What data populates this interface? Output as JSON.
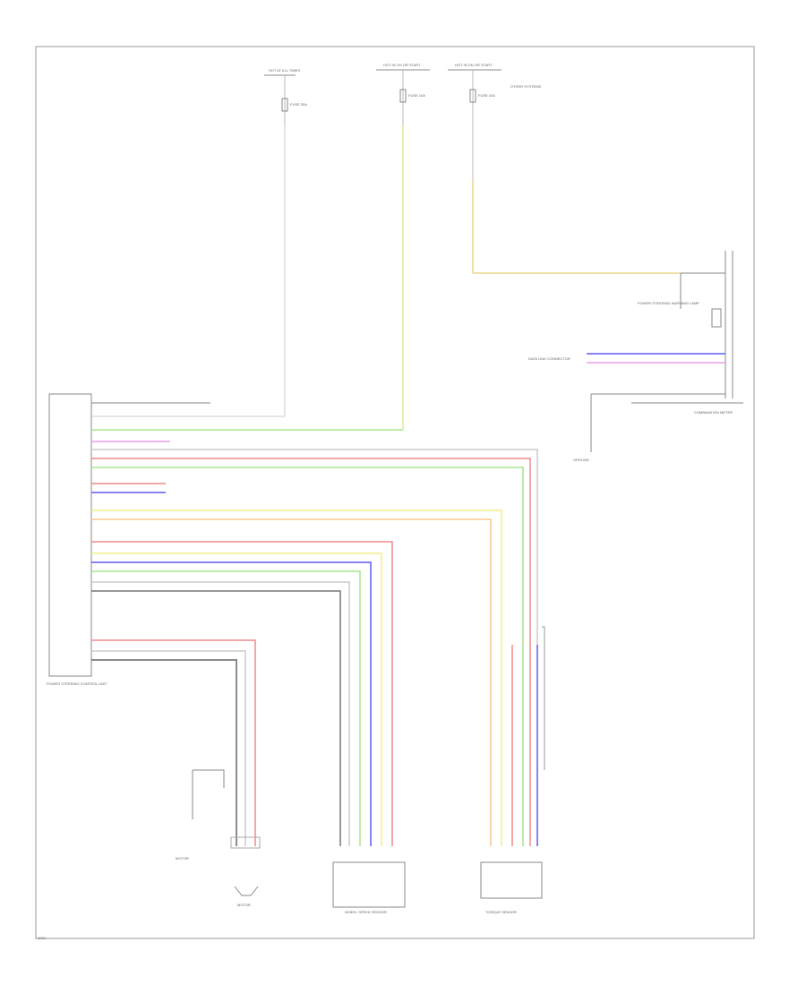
{
  "diagram": {
    "footer_code": "1234",
    "components": {
      "power_steering_control_unit": "POWER STEERING CONTROL UNIT",
      "motor": "MOTOR",
      "wheel_speed_sensor": "WHEEL SPEED SENSOR",
      "torque_sensor": "TORQUE SENSOR",
      "combination_meter": "COMBINATION METER",
      "data_link_connector": "DATA LINK CONNECTOR",
      "ground": "GROUND",
      "power_steering_warning_lamp": "POWER STEERING WARNING LAMP",
      "other_systems": "OTHER SYSTEMS"
    },
    "power_feeds": [
      "HOT AT ALL TIMES",
      "HOT IN ON OR START",
      "HOT IN ON OR START"
    ],
    "fuses": [
      "FUSE 30A",
      "FUSE 10A",
      "FUSE 10A"
    ],
    "wire_colors": {
      "red": "#f08a8a",
      "green": "#a6e58a",
      "yellow": "#f2ee88",
      "blue": "#5b5bf0",
      "orange": "#f5c98a",
      "pink": "#e8a0e8",
      "black": "#555555",
      "gray": "#aaaaaa",
      "yellow_green": "#e8e890"
    }
  }
}
